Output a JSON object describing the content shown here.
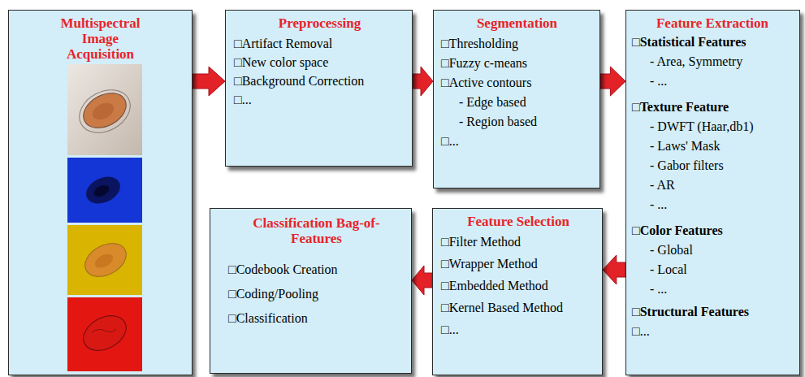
{
  "diagram": {
    "nodes": [
      {
        "text": [
          "Multispectral Image Acquisition"
        ]
      },
      {
        "text": [
          "Preprocessing",
          "□Artifact Removal",
          "□New color space",
          "□Background Correction",
          "□..."
        ]
      },
      {
        "text": [
          "Segmentation",
          "□Thresholding",
          "□Fuzzy c-means",
          "□Active contours",
          "- Edge based",
          "- Region based",
          "□..."
        ]
      },
      {
        "text": [
          "Feature Extraction",
          "□Statistical Features",
          "- Area, Symmetry",
          "- ...",
          "□Texture Feature",
          "- DWFT (Haar,db1)",
          "- Laws' Mask",
          "- Gabor filters",
          "- AR",
          "- ...",
          "□Color Features",
          "- Global",
          "- Local",
          "- ...",
          "□Structural Features",
          "□..."
        ]
      },
      {
        "text": [
          "Feature Selection",
          "□Filter Method",
          "□Wrapper Method",
          "□Embedded Method",
          "□Kernel Based Method",
          "□..."
        ]
      },
      {
        "text": [
          "Classification Bag-of-Features",
          "□Codebook Creation",
          "□Coding/Pooling",
          "□Classification"
        ]
      }
    ],
    "edges": [
      {
        "from": 0,
        "to": 1,
        "arrow": "to"
      },
      {
        "from": 1,
        "to": 2,
        "arrow": "to"
      },
      {
        "from": 2,
        "to": 3,
        "arrow": "to"
      },
      {
        "from": 3,
        "to": 4,
        "arrow": "to"
      },
      {
        "from": 4,
        "to": 5,
        "arrow": "to"
      }
    ]
  }
}
